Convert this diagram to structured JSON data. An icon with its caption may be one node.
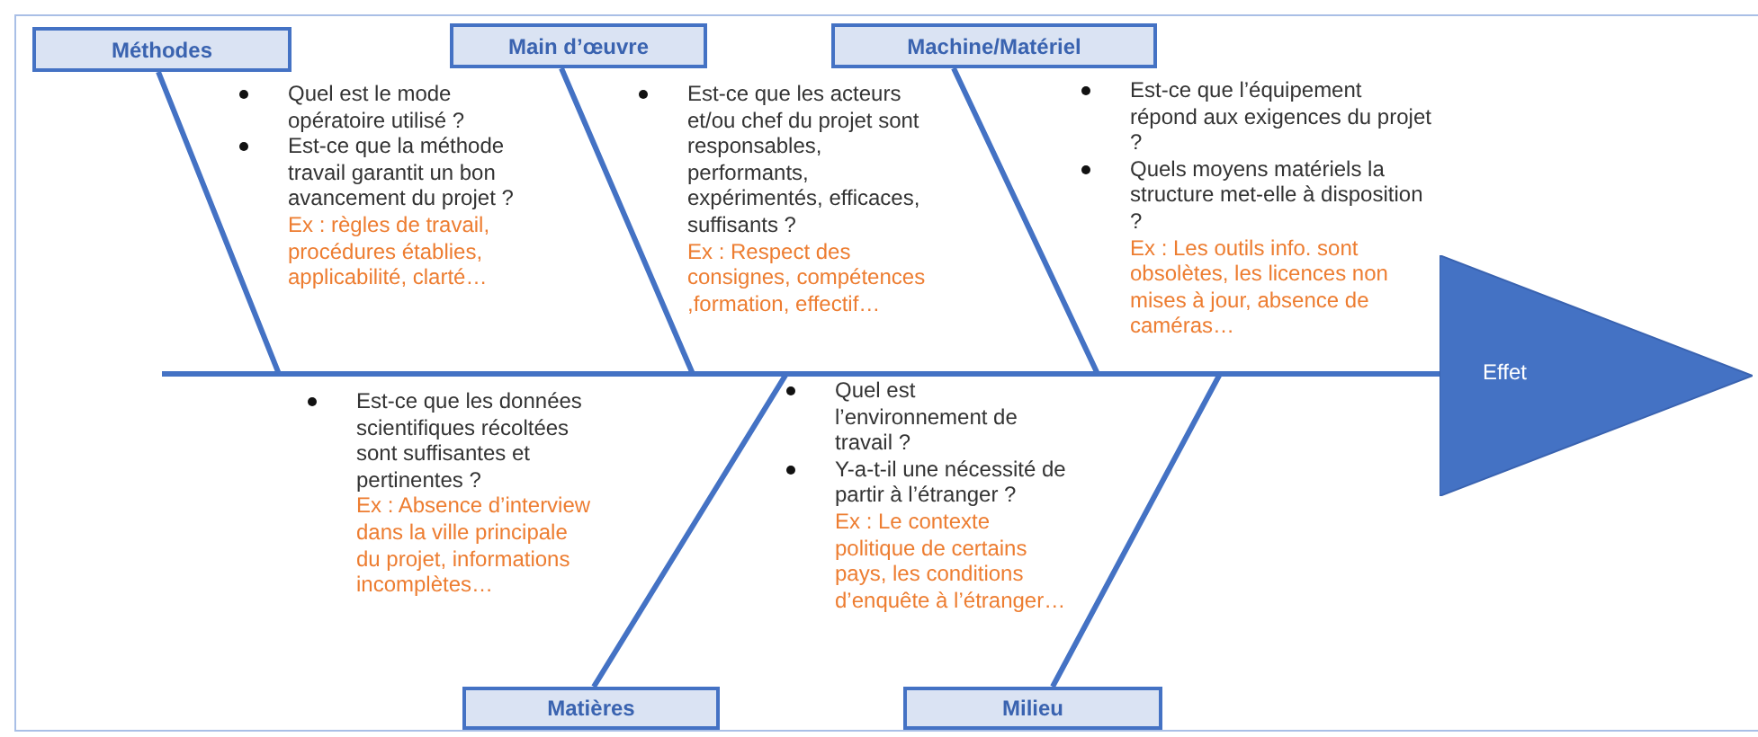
{
  "diagram": {
    "nodes": [
      {
        "text": [
          "Méthodes"
        ],
        "beside": [
          "Quel est le mode opératoire utilisé ?",
          "Est-ce que la méthode travail garantit un bon avancement du projet ?",
          "Ex : règles de travail, procédures établies, applicabilité, clarté…"
        ]
      },
      {
        "text": [
          "Main d’œuvre"
        ],
        "beside": [
          "Est-ce que les acteurs et/ou chef du projet sont responsables, performants, expérimentés, efficaces, suffisants ?",
          "Ex : Respect des consignes, compétences ,formation, effectif…"
        ]
      },
      {
        "text": [
          "Machine/Matériel"
        ],
        "beside": [
          "Est-ce que l’équipement répond aux exigences du projet ?",
          "Quels moyens matériels la structure met-elle à disposition ?",
          "Ex : Les outils info. sont obsolètes, les licences non mises à jour, absence de  caméras…"
        ]
      },
      {
        "text": [
          "Matières"
        ],
        "beside": [
          "Est-ce que les données scientifiques récoltées sont suffisantes et pertinentes ?",
          "Ex : Absence d’interview dans la ville principale du projet, informations incomplètes…"
        ]
      },
      {
        "text": [
          "Milieu"
        ],
        "beside": [
          "Quel est l’environnement de travail ?",
          "Y-a-t-il une nécessité de partir à l’étranger ?",
          "Ex : Le contexte politique de certains pays, les conditions d’enquête à l’étranger…"
        ]
      },
      {
        "text": [
          "Effet"
        ]
      }
    ],
    "edges": [
      {
        "from": 0,
        "to": 5,
        "arrow": "none"
      },
      {
        "from": 1,
        "to": 5,
        "arrow": "none"
      },
      {
        "from": 2,
        "to": 5,
        "arrow": "none"
      },
      {
        "from": 3,
        "to": 5,
        "arrow": "none"
      },
      {
        "from": 4,
        "to": 5,
        "arrow": "none"
      },
      {
        "from": null,
        "to": 5,
        "arrow": "none"
      }
    ]
  }
}
